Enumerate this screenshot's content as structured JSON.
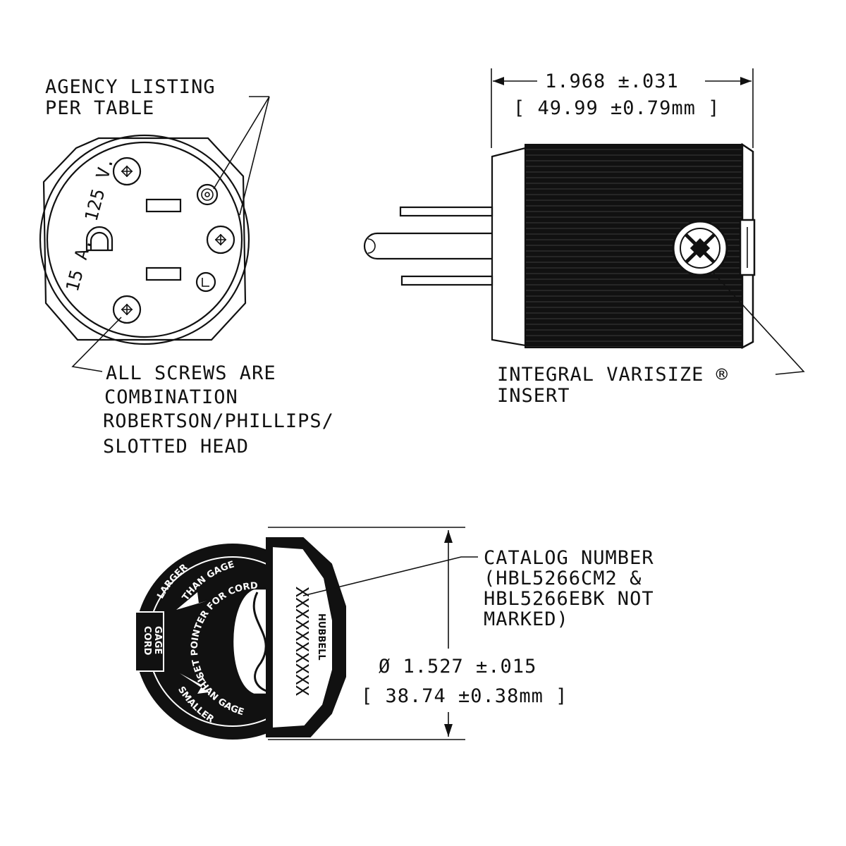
{
  "face_view": {
    "rating_line1": "15 A.",
    "rating_line2": "125 V.",
    "note_agency_line1": "AGENCY LISTING",
    "note_agency_line2": "PER TABLE",
    "note_screws_line1": "ALL SCREWS ARE",
    "note_screws_line2": "COMBINATION",
    "note_screws_line3": "ROBERTSON/PHILLIPS/",
    "note_screws_line4": "SLOTTED HEAD"
  },
  "side_view": {
    "length_dim": "1.968 ±.031",
    "length_dim_mm": "[ 49.99 ±0.79mm ]",
    "note_insert_line1": "INTEGRAL VARISIZE ®",
    "note_insert_line2": "INSERT"
  },
  "rear_view": {
    "catalog_line1": "CATALOG NUMBER",
    "catalog_line2": "(HBL5266CM2 &",
    "catalog_line3": "HBL5266EBK NOT",
    "catalog_line4": "MARKED)",
    "diameter_dim": "Ø  1.527 ±.015",
    "diameter_dim_mm": "[ 38.74 ±0.38mm ]",
    "arc_larger": "LARGER",
    "arc_than_gage_top": "THAN GAGE",
    "arc_set_pointer": "SET POINTER FOR CORD DIA.",
    "arc_smaller": "SMALLER",
    "arc_than_gage_bottom": "THAN GAGE",
    "cord_gage_1": "CORD",
    "cord_gage_2": "GAGE",
    "brand": "HUBBELL",
    "catalog_mark": "XXXXXXXXXX"
  }
}
